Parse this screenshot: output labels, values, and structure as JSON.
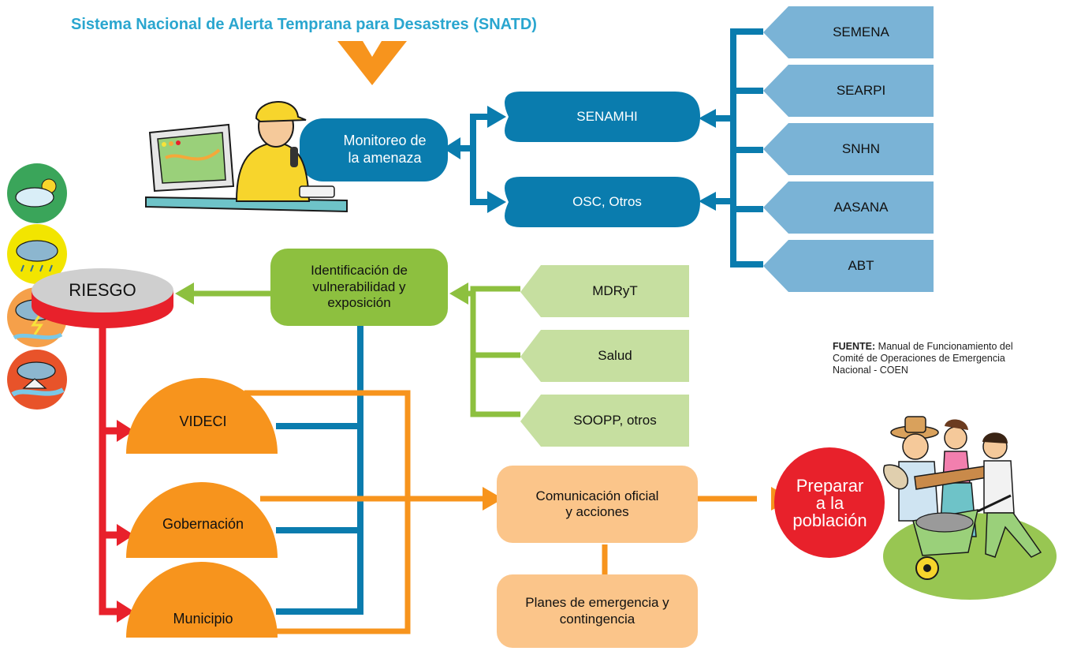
{
  "title": "Sistema Nacional de Alerta Temprana para Desastres (SNATD)",
  "monitoring": {
    "label": "Monitoreo de\nla amenaza"
  },
  "monitoring_agencies": [
    {
      "id": "senamhi",
      "label": "SENAMHI"
    },
    {
      "id": "osc",
      "label": "OSC, Otros"
    }
  ],
  "hazard_sources": [
    {
      "id": "semena",
      "label": "SEMENA"
    },
    {
      "id": "searpi",
      "label": "SEARPI"
    },
    {
      "id": "snhn",
      "label": "SNHN"
    },
    {
      "id": "aasana",
      "label": "AASANA"
    },
    {
      "id": "abt",
      "label": "ABT"
    }
  ],
  "risk": {
    "label": "RIESGO",
    "alert_levels": [
      {
        "id": "green",
        "color": "#3aa55a",
        "icon": "cloud-sun-icon"
      },
      {
        "id": "yellow",
        "color": "#f2e500",
        "icon": "rain-cloud-icon"
      },
      {
        "id": "orange",
        "color": "#f5a04a",
        "icon": "storm-flood-icon"
      },
      {
        "id": "red",
        "color": "#e8532a",
        "icon": "disaster-flood-icon"
      }
    ]
  },
  "vulnerability": {
    "label": "Identificación de\nvulnerabilidad y\nexposición"
  },
  "vulnerability_sources": [
    {
      "id": "mdryt",
      "label": "MDRyT"
    },
    {
      "id": "salud",
      "label": "Salud"
    },
    {
      "id": "soopp",
      "label": "SOOPP, otros"
    }
  ],
  "authorities": [
    {
      "id": "videci",
      "label": "VIDECI"
    },
    {
      "id": "gobernacion",
      "label": "Gobernación"
    },
    {
      "id": "municipio",
      "label": "Municipio"
    }
  ],
  "communication": {
    "label": "Comunicación oficial\ny acciones"
  },
  "plans": {
    "label": "Planes de emergencia y\ncontingencia"
  },
  "prepare": {
    "label": "Preparar\na la\npoblación"
  },
  "source": {
    "prefix": "FUENTE:",
    "text": "Manual de Funcionamiento del Comité de Operaciones de Emergencia Nacional - COEN"
  },
  "colors": {
    "blue_dark": "#0a7cae",
    "blue_light": "#7ab3d6",
    "green_dark": "#8dc03f",
    "green_light": "#c6dfa0",
    "orange": "#f7941d",
    "peach": "#fbc58a",
    "red": "#e8212b",
    "title_blue": "#2aa6cf"
  }
}
